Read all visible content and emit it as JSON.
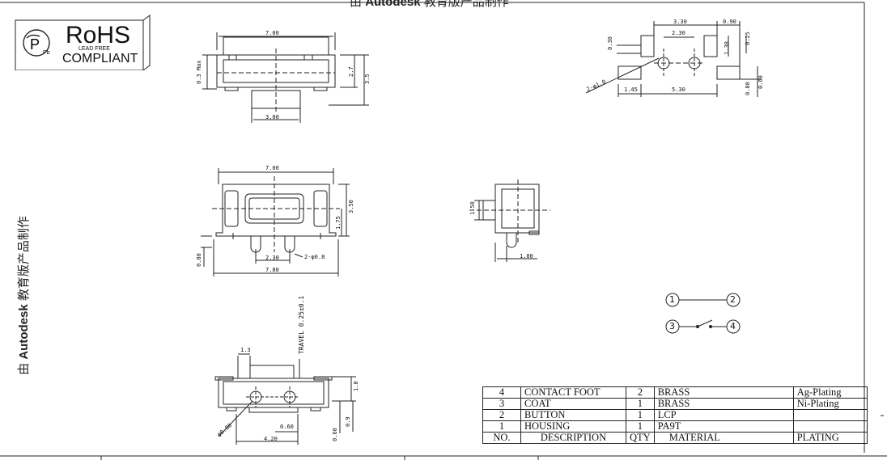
{
  "watermark": {
    "prefix": "由",
    "brand": "Autodesk",
    "suffix": "教育版产品制作"
  },
  "rohs": {
    "title": "RoHS",
    "lead_free": "LEAD FREE",
    "compliant": "COMPLIANT"
  },
  "dims": {
    "top_width": "7.00",
    "top_max": "0.3 Max",
    "top_h1": "2.7",
    "top_h2": "3.5",
    "top_base": "3.00",
    "fp_330": "3.30",
    "fp_090": "0.90",
    "fp_230": "2.30",
    "fp_030": "0.30",
    "fp_130": "1.30",
    "fp_025": "0.25",
    "fp_hole": "2-φ1.0",
    "fp_145": "1.45",
    "fp_530": "5.30",
    "fp_080": "0.80",
    "fp_060": "0.60",
    "fr_700": "7.00",
    "fr_350": "3.50",
    "fr_175": "1.75",
    "fr_080": "0.80",
    "fr_230": "2.30",
    "fr_holes": "2-φ0.8",
    "fr_780": "7.80",
    "sd_150": "1.50",
    "sd_100": "1.00",
    "travel": "TRAVEL 0.25±0.1",
    "bt_13": "1.3",
    "bt_10": "1.0",
    "bt_dia": "φ0.80",
    "bt_060a": "0.60",
    "bt_060b": "0.60",
    "bt_09": "0.9",
    "bt_420": "4.20"
  },
  "schematic": {
    "p1": "1",
    "p2": "2",
    "p3": "3",
    "p4": "4"
  },
  "bom": {
    "rows": [
      {
        "no": "4",
        "desc": "CONTACT FOOT",
        "qty": "2",
        "material": "BRASS",
        "plating": "Ag-Plating"
      },
      {
        "no": "3",
        "desc": "COAT",
        "qty": "1",
        "material": "BRASS",
        "plating": "Ni-Plating"
      },
      {
        "no": "2",
        "desc": "BUTTON",
        "qty": "1",
        "material": "LCP",
        "plating": ""
      },
      {
        "no": "1",
        "desc": "HOUSING",
        "qty": "1",
        "material": "PA9T",
        "plating": ""
      }
    ],
    "header": {
      "no": "NO.",
      "desc": "DESCRIPTION",
      "qty": "QTY",
      "material": "MATERIAL",
      "plating": "PLATING"
    }
  }
}
